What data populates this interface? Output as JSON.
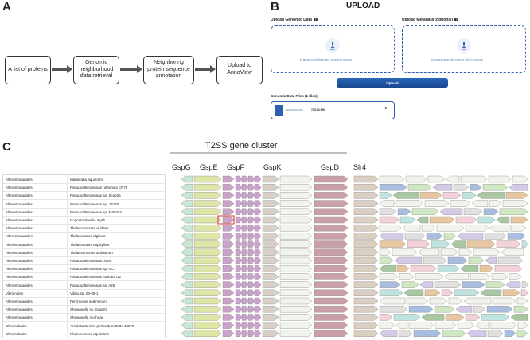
{
  "panels": {
    "a": "A",
    "b": "B",
    "c": "C"
  },
  "flow": {
    "steps": [
      "A list of proteins",
      "Genomic neighborhood data retrieval",
      "Neighboring protein sequence annotation",
      "Upload to AnnoView"
    ]
  },
  "upload": {
    "title": "UPLOAD",
    "genomic_label": "Upload Genomic Data",
    "metadata_label": "Upload Metadata (optional)",
    "dropzone_text": "Drag and drop files here or click to upload",
    "button_label": "Upload",
    "files_label": "Genomic Data Files (1 files)",
    "file_name": "annoview.csv",
    "file_size": "725.94 KB",
    "close_glyph": "×"
  },
  "cluster": {
    "title": "T2SS gene cluster",
    "genes": [
      "GspG",
      "GspE",
      "GspF",
      "GspK",
      "GspD",
      "Slr4"
    ]
  },
  "table": {
    "rows": [
      {
        "order": "Alteromonadales",
        "species": "Marinifaba aquimaris"
      },
      {
        "order": "Alteromonadales",
        "species": "Pseudoalteromonas ruthenica CP76"
      },
      {
        "order": "Alteromonadales",
        "species": "Pseudoalteromonas sp. Scap25"
      },
      {
        "order": "Alteromonadales",
        "species": "Pseudoalteromonas sp. JB197"
      },
      {
        "order": "Alteromonadales",
        "species": "Pseudoalteromonas sp. MSK9-3"
      },
      {
        "order": "Alteromonadales",
        "species": "Cognaticolwellia mytili"
      },
      {
        "order": "Alteromonadales",
        "species": "Thalassomonas viridans"
      },
      {
        "order": "Alteromonadales",
        "species": "Thalassotalea algicola"
      },
      {
        "order": "Alteromonadales",
        "species": "Thalassotalea euphylliae"
      },
      {
        "order": "Alteromonadales",
        "species": "Thalassomonas actiniarum"
      },
      {
        "order": "Alteromonadales",
        "species": "Pseudoalteromonas citrea"
      },
      {
        "order": "Alteromonadales",
        "species": "Pseudoalteromonas sp. GCY"
      },
      {
        "order": "Alteromonadales",
        "species": "Pseudoalteromonas tunicata D2"
      },
      {
        "order": "Alteromonadales",
        "species": "Pseudoalteromonas sp. A25"
      },
      {
        "order": "Vibrionales",
        "species": "Vibrio sp. 03-59-1"
      },
      {
        "order": "Alteromonadales",
        "species": "Ferrimonas sediminum"
      },
      {
        "order": "Alteromonadales",
        "species": "Shewanella sp. Scap07"
      },
      {
        "order": "Alteromonadales",
        "species": "Shewanella morhuae"
      },
      {
        "order": "Chromatiales",
        "species": "Arsukibacterium perlucidum DSM 18278"
      },
      {
        "order": "Chromatiales",
        "species": "Rheinheimera aquimaris"
      }
    ]
  },
  "colors": {
    "gspG": "#c7e6d6",
    "gspE": "#dfe5a6",
    "gspF": "#c9a3cc",
    "gspK": "#d8d0c6",
    "gspD": "#c9a0a8",
    "slr4": "#d9cfc2",
    "neutral": "#f2f2ee",
    "accent": "#2f5fb3",
    "highlight": "#d9312b"
  }
}
